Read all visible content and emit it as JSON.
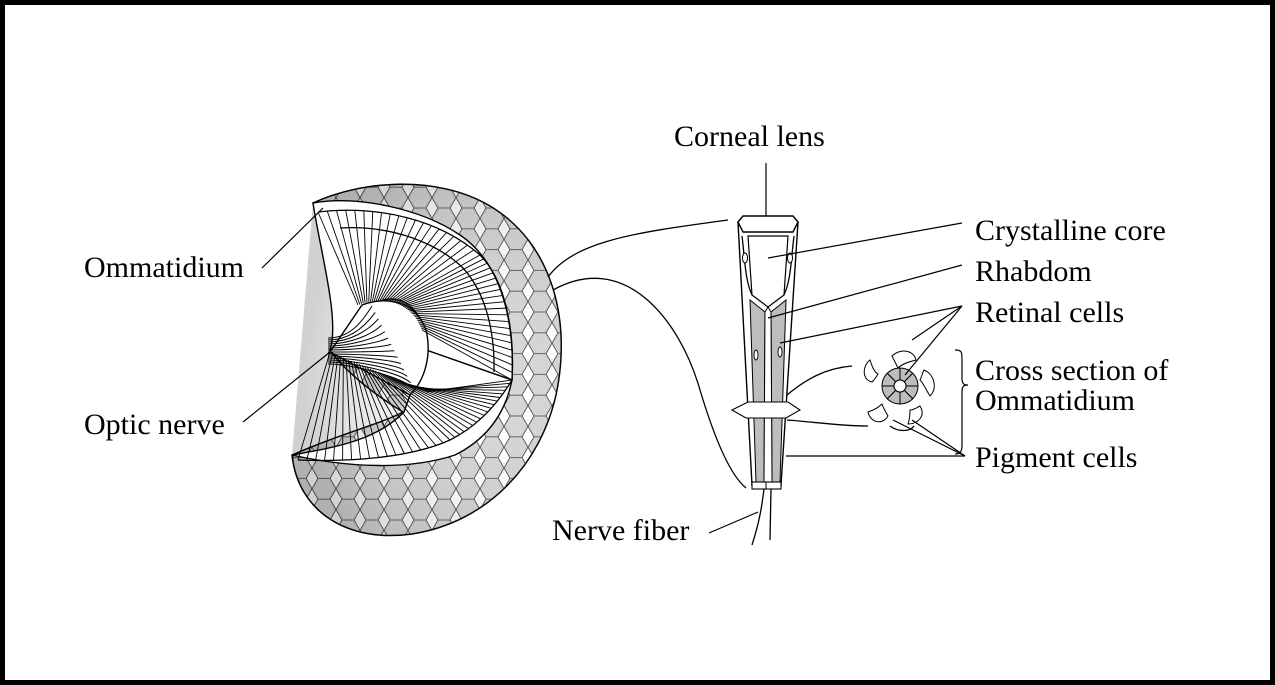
{
  "labels": {
    "ommatidium": "Ommatidium",
    "optic_nerve": "Optic nerve",
    "corneal_lens": "Corneal lens",
    "crystalline_core": "Crystalline core",
    "rhabdom": "Rhabdom",
    "retinal_cells": "Retinal cells",
    "cross_section_line1": "Cross section of",
    "cross_section_line2": "Ommatidium",
    "pigment_cells": "Pigment cells",
    "nerve_fiber": "Nerve fiber"
  },
  "colors": {
    "border": "#000000",
    "background": "#ffffff",
    "facet_fill": "#d4d4d4",
    "retinal_fill": "#bdbdbd",
    "line": "#000000"
  }
}
